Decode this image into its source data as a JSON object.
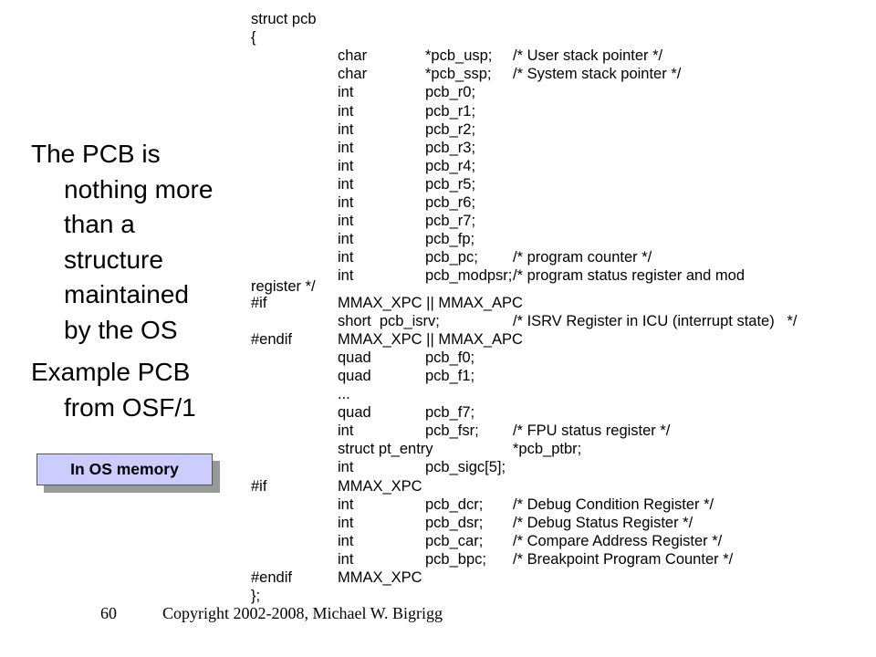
{
  "left_text": {
    "bullet1": [
      "The PCB is",
      "nothing more",
      "than a",
      "structure",
      "maintained",
      "by the OS"
    ],
    "bullet2": [
      "Example PCB",
      "from OSF/1"
    ]
  },
  "callout": "In OS memory",
  "code_rows": [
    [
      "struct pcb",
      "",
      "",
      ""
    ],
    [
      "{",
      "",
      "",
      ""
    ],
    [
      "",
      "char",
      "*pcb_usp;",
      "/* User stack pointer */"
    ],
    [
      "",
      "char",
      "*pcb_ssp;",
      "/* System stack pointer */"
    ],
    [
      "",
      "int",
      "pcb_r0;",
      ""
    ],
    [
      "",
      "int",
      "pcb_r1;",
      ""
    ],
    [
      "",
      "int",
      "pcb_r2;",
      ""
    ],
    [
      "",
      "int",
      "pcb_r3;",
      ""
    ],
    [
      "",
      "int",
      "pcb_r4;",
      ""
    ],
    [
      "",
      "int",
      "pcb_r5;",
      ""
    ],
    [
      "",
      "int",
      "pcb_r6;",
      ""
    ],
    [
      "",
      "int",
      "pcb_r7;",
      ""
    ],
    [
      "",
      "int",
      "pcb_fp;",
      ""
    ],
    [
      "",
      "int",
      "pcb_pc;",
      "/* program counter */"
    ],
    [
      "",
      "int",
      "pcb_modpsr;",
      "/* program status register and mod"
    ],
    [
      "#if",
      "MMAX_XPC || MMAX_APC",
      "",
      ""
    ],
    [
      "",
      "short  pcb_isrv;",
      "",
      "/* ISRV Register in ICU (interrupt state)   */"
    ],
    [
      "#endif",
      "MMAX_XPC || MMAX_APC",
      "",
      ""
    ],
    [
      "",
      "quad",
      "pcb_f0;",
      ""
    ],
    [
      "",
      "quad",
      "pcb_f1;",
      ""
    ],
    [
      "",
      "...",
      "",
      ""
    ],
    [
      "",
      "quad",
      "pcb_f7;",
      ""
    ],
    [
      "",
      "int",
      "pcb_fsr;",
      "/* FPU status register */"
    ],
    [
      "",
      "struct pt_entry",
      "",
      "*pcb_ptbr;"
    ],
    [
      "",
      "int",
      "pcb_sigc[5];",
      ""
    ],
    [
      "#if",
      "MMAX_XPC",
      "",
      ""
    ],
    [
      "",
      "int",
      "pcb_dcr;",
      "/* Debug Condition Register */"
    ],
    [
      "",
      "int",
      "pcb_dsr;",
      "/* Debug Status Register */"
    ],
    [
      "",
      "int",
      "pcb_car;",
      "/* Compare Address Register */"
    ],
    [
      "",
      "int",
      "pcb_bpc;",
      "/* Breakpoint Program Counter */"
    ],
    [
      "#endif",
      "MMAX_XPC",
      "",
      ""
    ],
    [
      "};",
      "",
      "",
      ""
    ]
  ],
  "code_wrap": "register */",
  "footer": {
    "page_number": "60",
    "copyright": "Copyright 2002-2008, Michael W. Bigrigg"
  }
}
